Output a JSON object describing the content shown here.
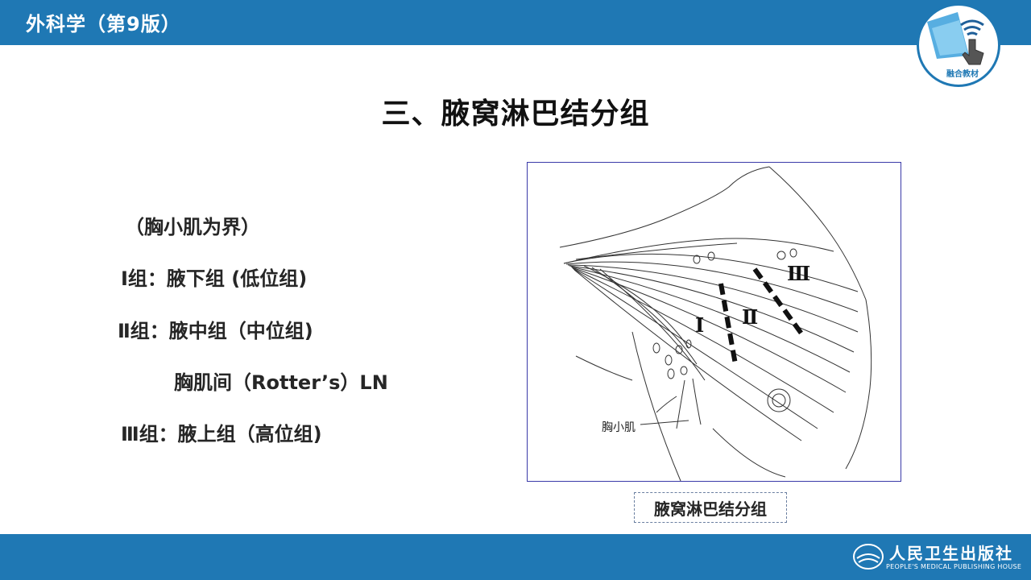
{
  "header": {
    "course_title": "外科学（第9版）",
    "badge_label": "融合教材",
    "brand_color": "#1f78b4"
  },
  "slide": {
    "title": "三、腋窝淋巴结分组",
    "lines": [
      "（胸小肌为界）",
      "Ⅰ组：腋下组 (低位组)",
      "Ⅱ组：腋中组（中位组)",
      "胸肌间（Rotter’s）LN",
      "Ⅲ组：腋上组（高位组)"
    ]
  },
  "figure": {
    "group_labels": [
      "Ⅰ",
      "Ⅱ",
      "Ⅲ"
    ],
    "muscle_label": "胸小肌",
    "caption": "腋窝淋巴结分组"
  },
  "footer": {
    "publisher_cn": "人民卫生出版社",
    "publisher_en": "PEOPLE'S MEDICAL PUBLISHING HOUSE"
  },
  "icons": [
    "touch-hand-icon",
    "wifi-icon",
    "publisher-logo-icon"
  ]
}
